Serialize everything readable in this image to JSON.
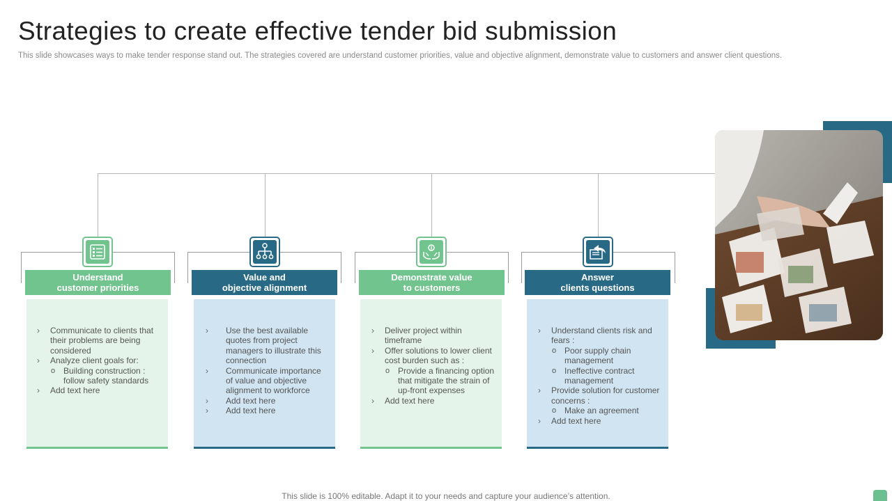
{
  "title": "Strategies to create effective tender bid submission",
  "subtitle": "This slide showcases ways to make tender response stand out. The strategies covered are understand customer priorities, value and objective alignment, demonstrate value to customers and answer client questions.",
  "footer": "This slide is 100% editable. Adapt it to your needs and capture your audience’s attention.",
  "colors": {
    "green": "#72c48e",
    "blue": "#286a85",
    "light_green": "#e5f4ea",
    "light_blue": "#d0e4f1"
  },
  "cards": [
    {
      "icon": "checklist-icon",
      "header": "Understand\ncustomer priorities",
      "items": [
        "Communicate to clients that their problems are being considered",
        "Analyze  client goals for:",
        "Add text here"
      ],
      "subitems": [
        "Building construction : follow safety standards"
      ]
    },
    {
      "icon": "org-chart-icon",
      "header": "Value and\nobjective alignment",
      "items": [
        "Use the best available quotes from project managers to illustrate this connection",
        "Communicate importance of value and objective alignment to workforce",
        "Add text here",
        "Add text here"
      ]
    },
    {
      "icon": "value-hands-icon",
      "header": "Demonstrate value\nto customers",
      "items": [
        "Deliver project within timeframe",
        "Offer solutions to lower client cost burden such as :",
        "Add text here"
      ],
      "subitems": [
        "Provide a financing option that mitigate the strain of up-front expenses"
      ]
    },
    {
      "icon": "reply-icon",
      "header": "Answer\nclients questions",
      "items": [
        "Understand clients risk and fears :",
        "Provide solution for customer concerns :",
        "Add text here"
      ],
      "subitems_a": [
        "Poor supply chain management",
        "Ineffective contract management"
      ],
      "subitems_b": [
        "Make an agreement"
      ]
    }
  ]
}
